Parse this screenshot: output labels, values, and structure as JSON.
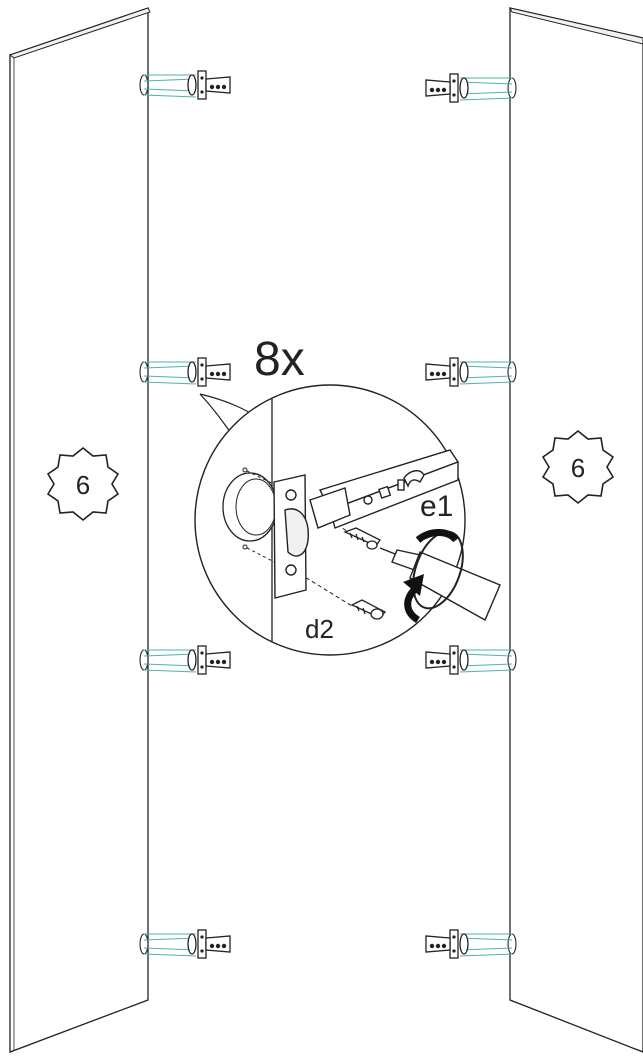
{
  "quantity": "8x",
  "panels": {
    "left_part_number": "6",
    "right_part_number": "6"
  },
  "detail": {
    "hinge_label": "e1",
    "screw_label": "d2"
  },
  "colors": {
    "line": "#222222",
    "hinge_guide": "#4fb3a6",
    "background": "#ffffff"
  },
  "icons": {
    "part_badge": "starburst-badge-icon",
    "rotate": "rotate-arrow-icon",
    "screwdriver": "screwdriver-icon",
    "screw": "screw-icon",
    "hinge": "cabinet-hinge-icon"
  }
}
